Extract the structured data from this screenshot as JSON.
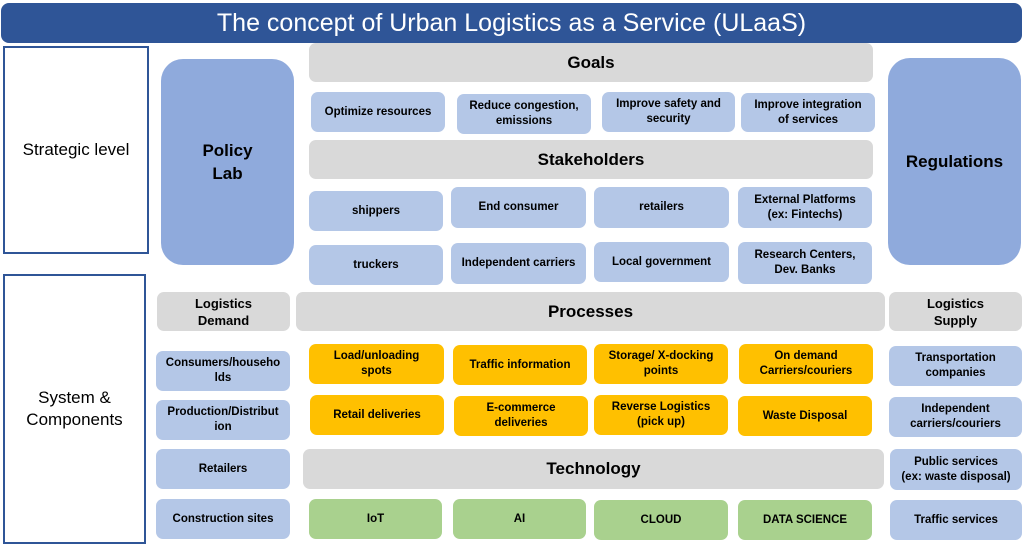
{
  "title": "The concept of Urban Logistics as a Service (ULaaS)",
  "levels": {
    "strategic": "Strategic level",
    "system": "System &\nComponents"
  },
  "policy_lab": "Policy\nLab",
  "regulations": "Regulations",
  "goals": {
    "header": "Goals",
    "items": [
      "Optimize resources",
      "Reduce congestion,\nemissions",
      "Improve safety and\nsecurity",
      "Improve integration\nof services"
    ]
  },
  "stakeholders": {
    "header": "Stakeholders",
    "row1": [
      "shippers",
      "End consumer",
      "retailers",
      "External Platforms\n(ex: Fintechs)"
    ],
    "row2": [
      "truckers",
      "Independent carriers",
      "Local government",
      "Research Centers,\nDev. Banks"
    ]
  },
  "logistics_demand": {
    "header": "Logistics\nDemand",
    "items": [
      "Consumers/househo\nlds",
      "Production/Distribut\nion",
      "Retailers",
      "Construction sites"
    ]
  },
  "processes": {
    "header": "Processes",
    "row1": [
      "Load/unloading\nspots",
      "Traffic information",
      "Storage/ X-docking\npoints",
      "On demand\nCarriers/couriers"
    ],
    "row2": [
      "Retail deliveries",
      "E-commerce\ndeliveries",
      "Reverse Logistics\n(pick up)",
      "Waste Disposal"
    ]
  },
  "logistics_supply": {
    "header": "Logistics\nSupply",
    "items": [
      "Transportation\ncompanies",
      "Independent\ncarriers/couriers",
      "Public services\n(ex: waste disposal)",
      "Traffic services"
    ]
  },
  "technology": {
    "header": "Technology",
    "items": [
      "IoT",
      "AI",
      "CLOUD",
      "DATA SCIENCE"
    ]
  },
  "colors": {
    "title_bar": "#2F5597",
    "strategic_blocks": "#8FAADC",
    "headers_gray": "#D9D9D9",
    "light_blue": "#B4C7E7",
    "processes_orange": "#FFC000",
    "technology_green": "#A9D18E"
  }
}
